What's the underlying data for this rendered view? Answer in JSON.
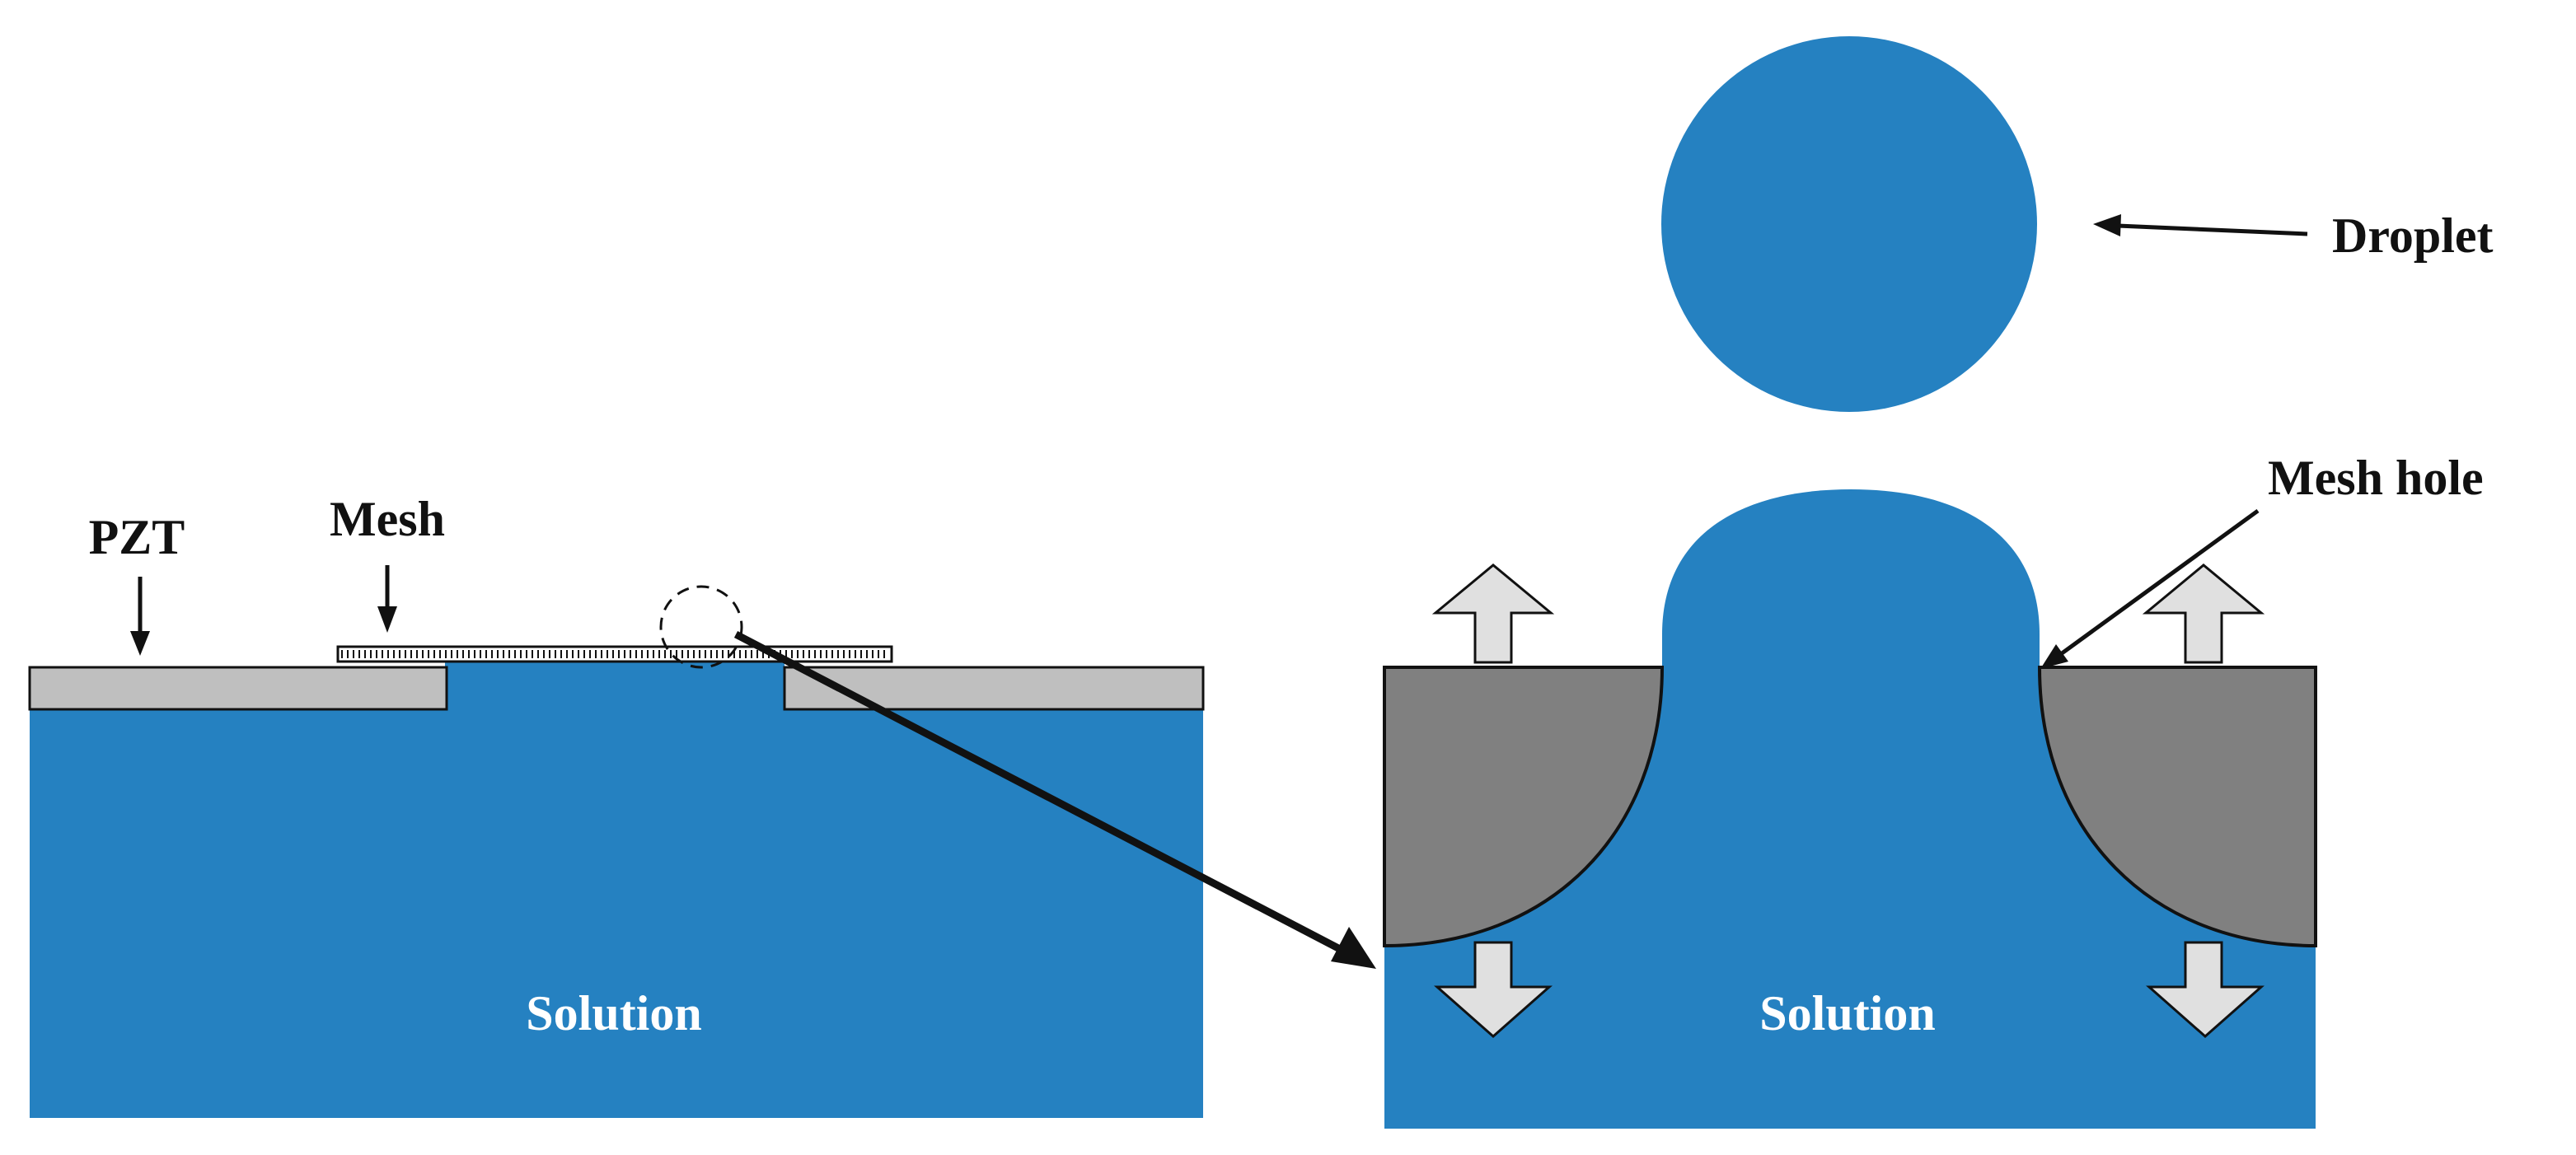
{
  "labels": {
    "pzt": "PZT",
    "mesh": "Mesh",
    "solution_left": "Solution",
    "solution_right": "Solution",
    "droplet": "Droplet",
    "mesh_hole": "Mesh hole"
  },
  "colors": {
    "solution": "#2581c1",
    "pzt": "#bfbfbf",
    "mesh_wall": "#808080",
    "arrow_fill": "#e0e0e0",
    "outline": "#111111"
  }
}
